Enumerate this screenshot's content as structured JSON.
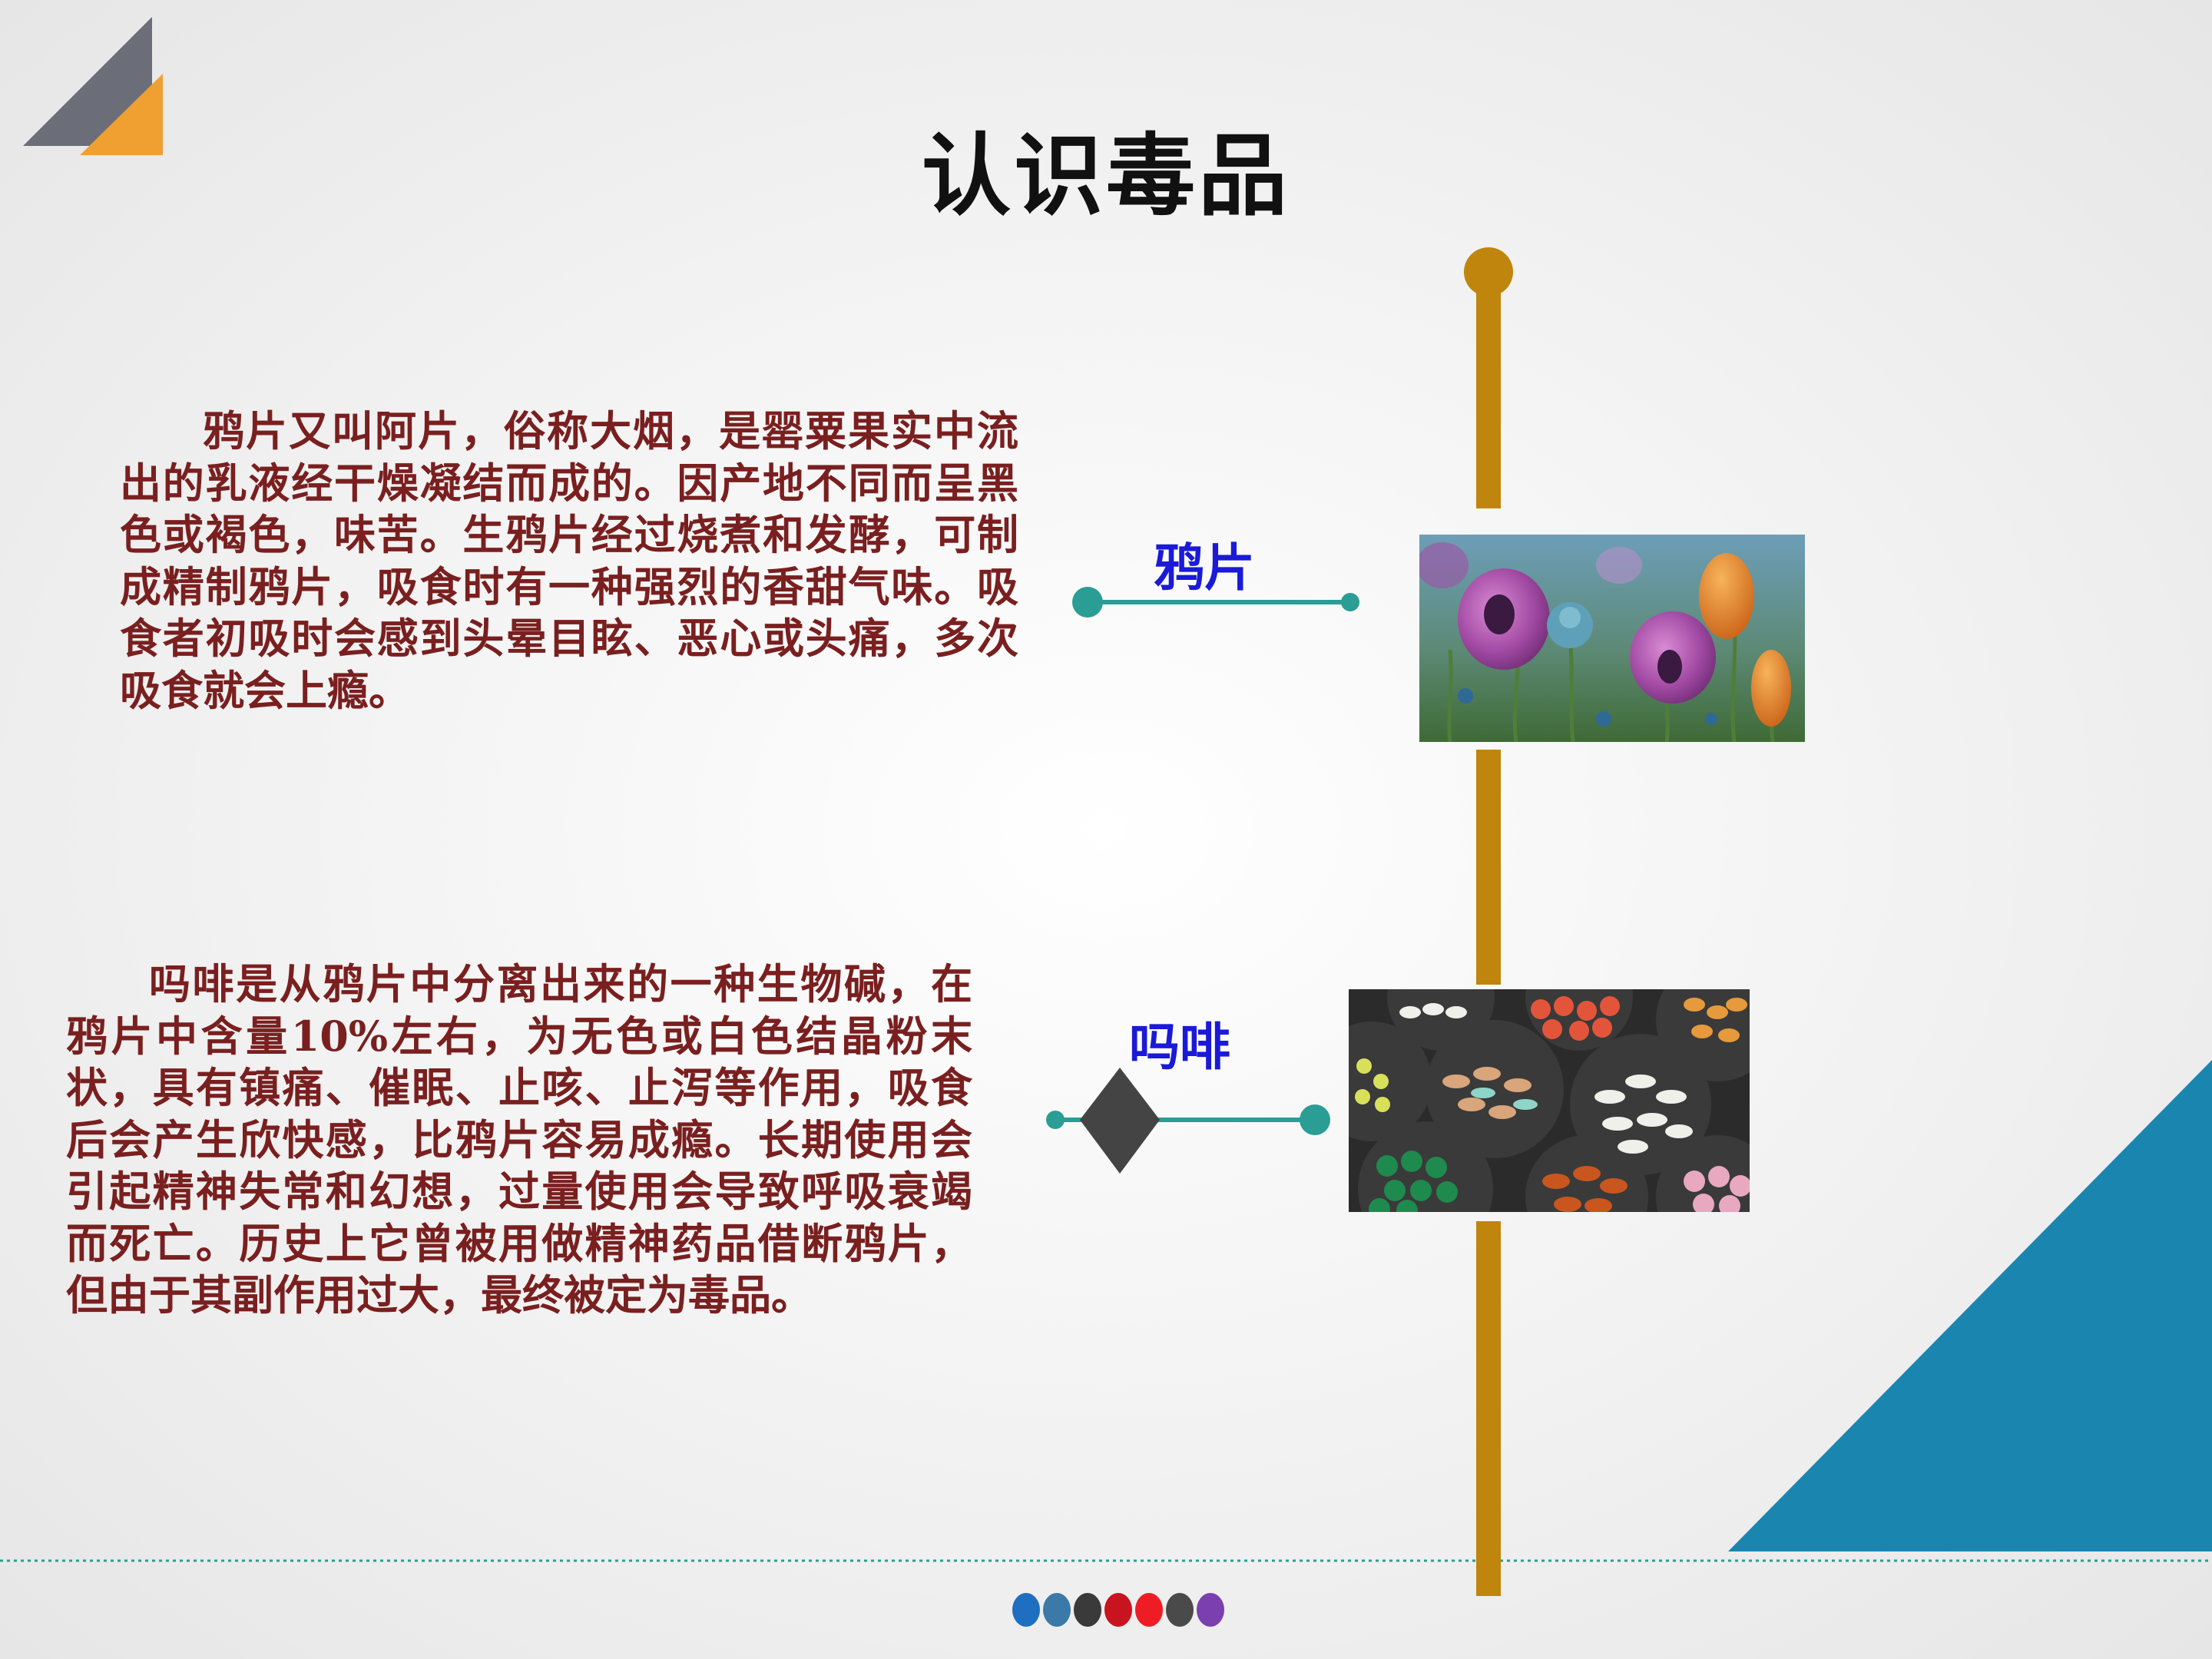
{
  "slide": {
    "title": "认识毒品",
    "sections": [
      {
        "label": "鸦片",
        "text": "鸦片又叫阿片，俗称大烟，是罂粟果实中流出的乳液经干燥凝结而成的。因产地不同而呈黑色或褐色，味苦。生鸦片经过烧煮和发酵，可制成精制鸦片，吸食时有一种强烈的香甜气味。吸食者初吸时会感到头晕目眩、恶心或头痛，多次吸食就会上瘾。",
        "image": "poppy-flowers-photo"
      },
      {
        "label": "吗啡",
        "text": "吗啡是从鸦片中分离出来的一种生物碱，在鸦片中含量10%左右，为无色或白色结晶粉末状，具有镇痛、催眠、止咳、止泻等作用，吸食后会产生欣快感，比鸦片容易成瘾。长期使用会引起精神失常和幻想，过量使用会导致呼吸衰竭而死亡。历史上它曾被用做精神药品借断鸦片，但由于其副作用过大，最终被定为毒品。",
        "image": "assorted-pills-photo"
      }
    ]
  },
  "colors": {
    "accent_gold": "#c0850c",
    "accent_teal": "#2a9d95",
    "corner_blue": "#1a86b0",
    "corner_orange": "#f0a030",
    "corner_gray": "#6b6e78",
    "body_text": "#7a1f1f",
    "label_text": "#1a1ad8"
  },
  "pager_dots": [
    "#1e6fbf",
    "#3b7aa8",
    "#3a3a3a",
    "#c8141e",
    "#ee1c24",
    "#4a4a4a",
    "#7b3fb0"
  ]
}
